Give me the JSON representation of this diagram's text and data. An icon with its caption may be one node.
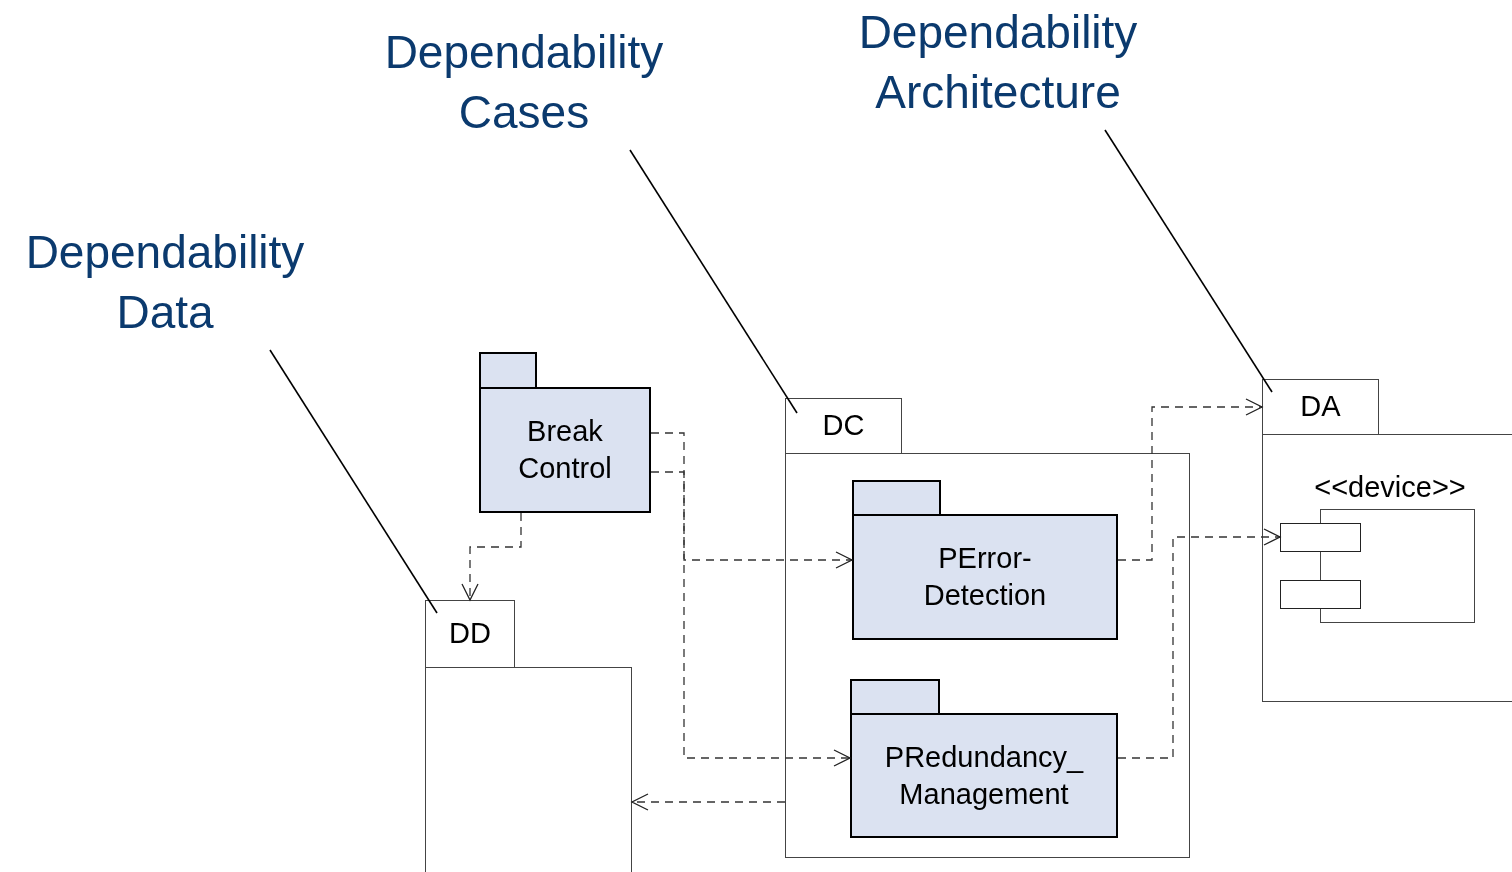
{
  "diagram": {
    "nodes": [
      {
        "text": [
          "Dependability Cases"
        ]
      },
      {
        "text": [
          "Dependability Architecture"
        ]
      },
      {
        "text": [
          "Dependability Data"
        ]
      },
      {
        "text": [
          "Break Control"
        ]
      },
      {
        "text": [
          "DC"
        ]
      },
      {
        "text": [
          "PError-Detection"
        ],
        "in": 4
      },
      {
        "text": [
          "PRedundancy_ Management"
        ],
        "in": 4
      },
      {
        "text": [
          "DD"
        ]
      },
      {
        "text": [
          "DA"
        ]
      },
      {
        "text": [
          "<<device>>"
        ],
        "in": 8
      }
    ],
    "edges": [
      {
        "from": 0,
        "to": 4,
        "arrow": "none"
      },
      {
        "from": 1,
        "to": 8,
        "arrow": "none"
      },
      {
        "from": 2,
        "to": 7,
        "arrow": "none"
      },
      {
        "from": 3,
        "to": 7,
        "arrow": "to",
        "style": "dashed"
      },
      {
        "from": 3,
        "to": 5,
        "arrow": "to",
        "style": "dashed"
      },
      {
        "from": 3,
        "to": 6,
        "arrow": "to",
        "style": "dashed"
      },
      {
        "from": 5,
        "to": 8,
        "arrow": "to",
        "style": "dashed"
      },
      {
        "from": 6,
        "to": 9,
        "arrow": "to",
        "style": "dashed"
      },
      {
        "from": 4,
        "to": 7,
        "arrow": "to",
        "style": "dashed"
      }
    ]
  }
}
